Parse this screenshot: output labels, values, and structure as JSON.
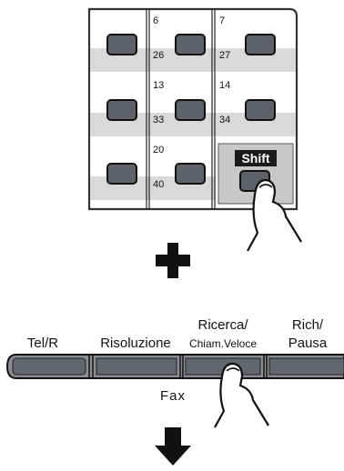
{
  "speed_dial": {
    "numbers": [
      "6",
      "26",
      "7",
      "27",
      "13",
      "33",
      "14",
      "34",
      "20",
      "40"
    ],
    "shift_label": "Shift"
  },
  "fax_panel": {
    "buttons": [
      {
        "label": "Tel/R"
      },
      {
        "label": "Risoluzione"
      },
      {
        "label_line1": "Ricerca/",
        "label_line2": "Chiam.Veloce"
      },
      {
        "label_line1": "Rich/",
        "label_line2": "Pausa"
      }
    ],
    "group_label": "Fax"
  }
}
